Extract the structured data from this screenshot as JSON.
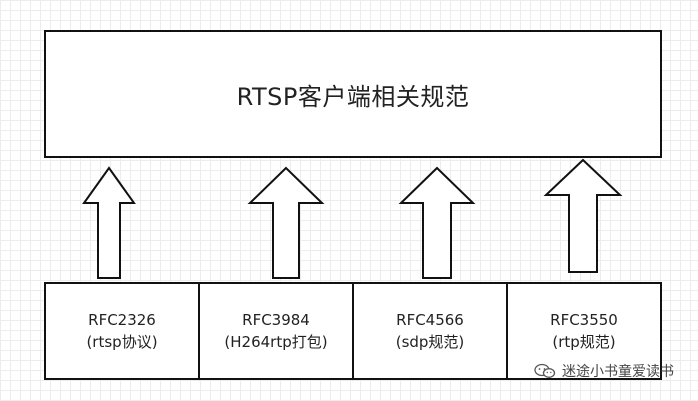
{
  "top_box": {
    "title": "RTSP客户端相关规范"
  },
  "specs": [
    {
      "id": "RFC2326",
      "desc": "(rtsp协议)"
    },
    {
      "id": "RFC3984",
      "desc": "(H264rtp打包)"
    },
    {
      "id": "RFC4566",
      "desc": "(sdp规范)"
    },
    {
      "id": "RFC3550",
      "desc": "(rtp规范)"
    }
  ],
  "watermark": {
    "text": "迷途小书童爱读书",
    "icon": "wechat-icon"
  }
}
